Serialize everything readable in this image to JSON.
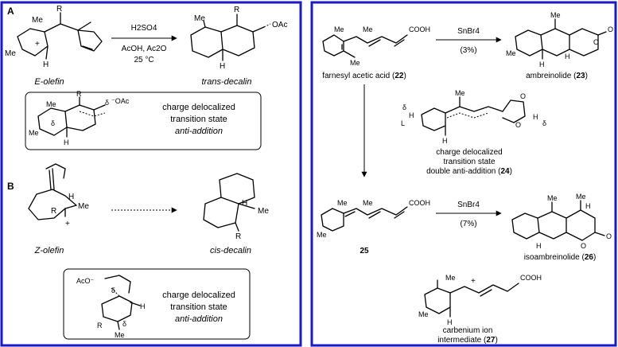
{
  "colors": {
    "frame": "#1a1ac8",
    "ink": "#000000"
  },
  "left_panel": {
    "section_a": {
      "letter": "A",
      "left_labels": {
        "r": "R",
        "me": "Me",
        "me2": "Me",
        "h": "H",
        "plus": "+"
      },
      "conditions": {
        "line1": "H2SO4",
        "line2": "AcOH, Ac2O",
        "line3": "25 °C"
      },
      "product_labels": {
        "r": "R",
        "oac": "OAc",
        "me": "Me",
        "h": "H"
      },
      "captions": {
        "start": "E-olefin",
        "product": "trans-decalin"
      },
      "ts_box": {
        "labels": {
          "me": "Me",
          "r": "R",
          "delta_plus": "δ",
          "oac": "⁻OAc",
          "me2": "Me",
          "delta2": "δ",
          "h": "H"
        },
        "text": {
          "line1": "charge delocalized",
          "line2": "transition state",
          "line3": "anti-addition"
        }
      }
    },
    "section_b": {
      "letter": "B",
      "left_labels": {
        "h": "H",
        "me": "Me",
        "r": "R",
        "plus": "+"
      },
      "product_labels": {
        "h": "H",
        "me": "Me",
        "r": "R"
      },
      "captions": {
        "start": "Z-olefin",
        "product": "cis-decalin"
      },
      "ts_box": {
        "labels": {
          "aco": "AcO⁻",
          "delta1": "δ",
          "h": "H",
          "r": "R",
          "delta2": "δ",
          "me": "Me"
        },
        "text": {
          "line1": "charge delocalized",
          "line2": "transition state",
          "line3": "anti-addition"
        }
      }
    }
  },
  "right_panel": {
    "top_row": {
      "start_labels": {
        "me1": "Me",
        "me2": "Me",
        "me3": "Me",
        "cooh": "COOH"
      },
      "reagent": "SnBr4",
      "yield": "(3%)",
      "start_caption": {
        "name": "farnesyl acetic acid (",
        "number": "22",
        "close": ")"
      },
      "product_labels": {
        "me1": "Me",
        "me2": "Me",
        "h1": "H",
        "h2": "H",
        "o1": "O",
        "o2": "O"
      },
      "product_caption": {
        "name": "ambreinolide (",
        "number": "23",
        "close": ")"
      }
    },
    "middle": {
      "labels": {
        "delta1": "δ",
        "h1": "H",
        "l": "L",
        "me": "Me",
        "h2": "H",
        "o": "O",
        "h3": "H",
        "delta2": "δ",
        "o2": "O"
      },
      "caption": {
        "line1": "charge delocalized",
        "line2": "transition state",
        "line3": "double anti-addition (",
        "number": "24",
        "close": ")"
      }
    },
    "bottom_row": {
      "start_labels": {
        "me1": "Me",
        "me2": "Me",
        "me3": "Me",
        "cooh": "COOH"
      },
      "start_number": "25",
      "reagent": "SnBr4",
      "yield": "(7%)",
      "product_labels": {
        "me1": "Me",
        "me2": "Me",
        "h1": "H",
        "h2": "H",
        "o1": "O",
        "o2": "O"
      },
      "product_caption": {
        "name": "isoambreinolide (",
        "number": "26",
        "close": ")"
      }
    },
    "carbenium": {
      "labels": {
        "me1": "Me",
        "me2": "Me",
        "plus": "+",
        "h": "H",
        "cooh": "COOH"
      },
      "caption": {
        "line1": "carbenium ion",
        "line2": "intermediate (",
        "number": "27",
        "close": ")"
      }
    }
  }
}
